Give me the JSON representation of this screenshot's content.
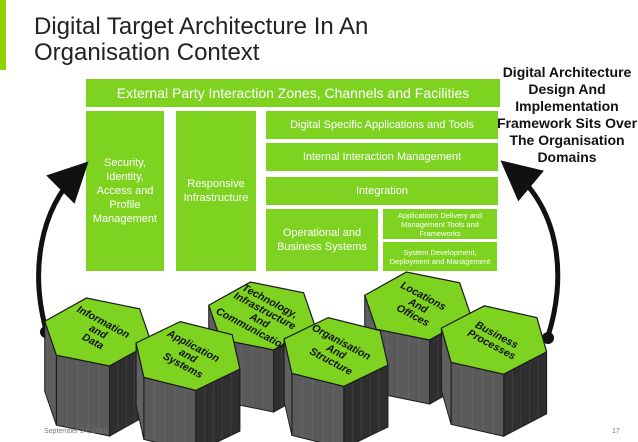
{
  "slide": {
    "title": "Digital Target Architecture In An Organisation Context",
    "side_note": "Digital Architecture Design And Implementation Framework Sits Over The Organisation Domains",
    "footer_date": "September 24, 2018",
    "page_number": "17"
  },
  "boxes": {
    "external": "External Party Interaction Zones, Channels and Facilities",
    "security": "Security, Identity, Access and Profile Management",
    "responsive": "Responsive Infrastructure",
    "digital_apps": "Digital Specific Applications and Tools",
    "internal": "Internal Interaction Management",
    "integration": "Integration",
    "operational": "Operational and Business Systems",
    "app_delivery": "Applications Delivery and Management Tools and Frameworks",
    "system_dev": "System Development, Deployment and Management"
  },
  "domains": [
    "Information and Data",
    "Application and Systems",
    "Technology, Infrastructure And Communications",
    "Organisation And Structure",
    "Locations And Offices",
    "Business Processes"
  ],
  "colors": {
    "accent": "#8fd400",
    "box_green": "#7ed321",
    "hex_top": "#7ed321",
    "hex_side_dark": "#2f2f2f",
    "hex_side_light": "#5a5a5a"
  }
}
